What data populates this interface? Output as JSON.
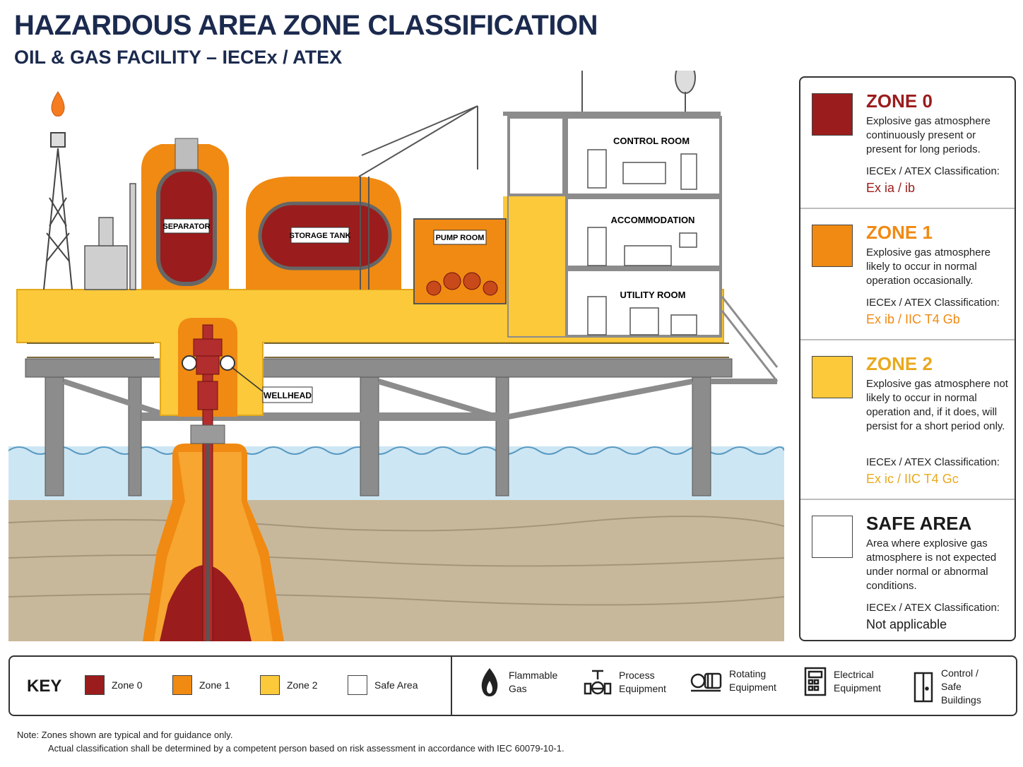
{
  "header": {
    "title": "HAZARDOUS AREA ZONE CLASSIFICATION",
    "subtitle": "OIL & GAS FACILITY – IECEx / ATEX"
  },
  "colors": {
    "zone0": "#9b1c1c",
    "zone1": "#f08a12",
    "zone2": "#fbc93a",
    "safe": "#ffffff",
    "water": "#cde6f3",
    "seabed": "#c8b89b"
  },
  "diagram": {
    "labels": {
      "separator": "SEPARATOR",
      "storage_tank": "STORAGE TANK",
      "pump_room": "PUMP ROOM",
      "control_room": "CONTROL ROOM",
      "accommodation": "ACCOMMODATION",
      "utility_room": "UTILITY ROOM",
      "wellhead": "WELLHEAD"
    }
  },
  "legend": {
    "zones": [
      {
        "name": "ZONE 0",
        "color": "#9b1c1c",
        "description": "Explosive gas atmosphere continuously present or present for long periods.",
        "classification_label": "IECEx / ATEX Classification:",
        "classification_value": "Ex ia / ib"
      },
      {
        "name": "ZONE 1",
        "color": "#f08a12",
        "description": "Explosive gas atmosphere likely to occur in normal operation occasionally.",
        "classification_label": "IECEx / ATEX Classification:",
        "classification_value": "Ex ib / IIC T4 Gb"
      },
      {
        "name": "ZONE 2",
        "color": "#fbc93a",
        "description": "Explosive gas atmosphere not likely to occur in normal operation and, if it does, will persist for a short period only.",
        "classification_label": "IECEx / ATEX Classification:",
        "classification_value": "Ex ic / IIC T4 Gc"
      },
      {
        "name": "SAFE AREA",
        "color": "#ffffff",
        "description": "Area where explosive gas atmosphere is not expected under normal or abnormal conditions.",
        "classification_label": "IECEx / ATEX Classification:",
        "classification_value": "Not applicable"
      }
    ]
  },
  "key": {
    "title": "KEY",
    "zones": [
      {
        "label": "Zone 0",
        "color": "#9b1c1c"
      },
      {
        "label": "Zone 1",
        "color": "#f08a12"
      },
      {
        "label": "Zone 2",
        "color": "#fbc93a"
      },
      {
        "label": "Safe Area",
        "color": "#ffffff"
      }
    ],
    "symbols": [
      {
        "label": "Flammable Gas",
        "icon": "flame-icon"
      },
      {
        "label": "Process Equipment",
        "icon": "valve-icon"
      },
      {
        "label": "Rotating Equipment",
        "icon": "motor-icon"
      },
      {
        "label": "Electrical Equipment",
        "icon": "electrical-panel-icon"
      },
      {
        "label": "Control / Safe Buildings",
        "icon": "door-icon"
      }
    ]
  },
  "note": {
    "line1": "Note:  Zones shown are typical and for guidance only.",
    "line2": "Actual classification shall be determined by a competent person based on risk assessment in accordance with IEC 60079-10-1."
  }
}
